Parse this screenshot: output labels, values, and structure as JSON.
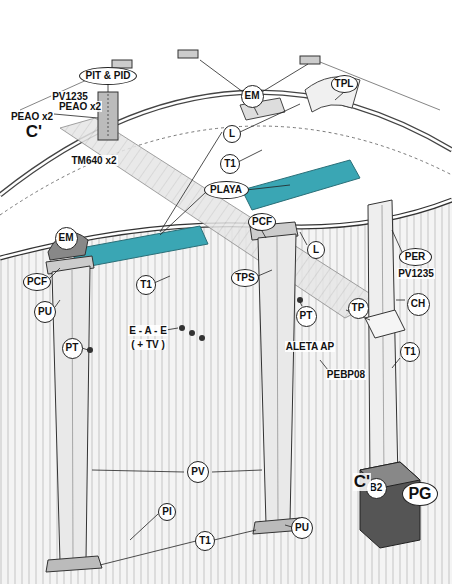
{
  "diagram": {
    "nodes": [
      {
        "text": [
          "PIT & PID"
        ]
      },
      {
        "text": [
          "TPL"
        ]
      },
      {
        "text": [
          "EM"
        ]
      },
      {
        "text": [
          "L"
        ]
      },
      {
        "text": [
          "T1"
        ]
      },
      {
        "text": [
          "PLAYA"
        ]
      },
      {
        "text": [
          "EM"
        ]
      },
      {
        "text": [
          "PCF"
        ]
      },
      {
        "text": [
          "L"
        ]
      },
      {
        "text": [
          "PCF"
        ]
      },
      {
        "text": [
          "T1"
        ]
      },
      {
        "text": [
          "PU"
        ]
      },
      {
        "text": [
          "TPS"
        ]
      },
      {
        "text": [
          "PER"
        ]
      },
      {
        "text": [
          "PT"
        ]
      },
      {
        "text": [
          "TP"
        ]
      },
      {
        "text": [
          "CH"
        ]
      },
      {
        "text": [
          "PT"
        ]
      },
      {
        "text": [
          "T1"
        ]
      },
      {
        "text": [
          "PV"
        ]
      },
      {
        "text": [
          "PI"
        ]
      },
      {
        "text": [
          "B2"
        ]
      },
      {
        "text": [
          "PG"
        ]
      },
      {
        "text": [
          "PU"
        ]
      },
      {
        "text": [
          "T1"
        ]
      }
    ],
    "labels": [
      "PV1235",
      "PEAO x2",
      "PEAO x2",
      "C'",
      "TM640 x2",
      "E - A - E",
      "( + TV )",
      "ALETA AP",
      "PEBP08",
      "PV1235",
      "C'"
    ]
  }
}
